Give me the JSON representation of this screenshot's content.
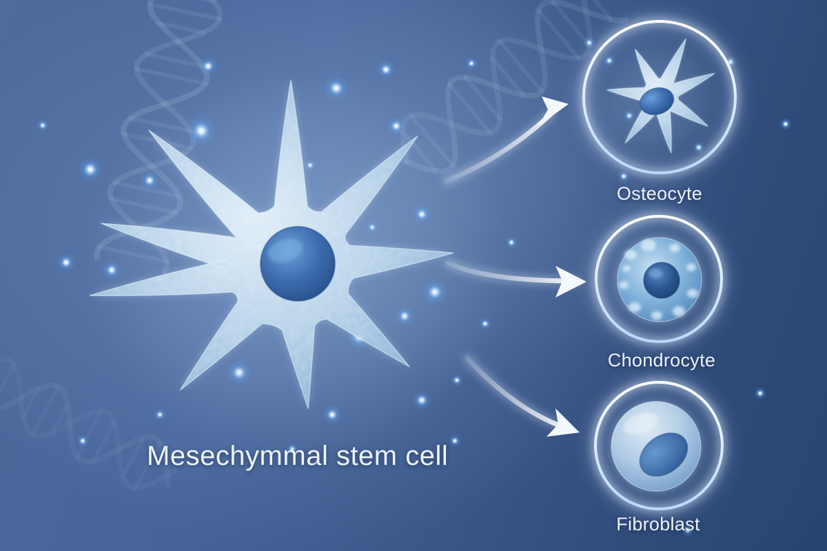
{
  "diagram": {
    "title": "Mesechymmal stem cell",
    "targets": [
      {
        "id": "osteocyte",
        "label": "Osteocyte"
      },
      {
        "id": "chondrocyte",
        "label": "Chondrocyte"
      },
      {
        "id": "fibroblast",
        "label": "Fibroblast"
      }
    ]
  },
  "colors": {
    "bg-left": "#4e6b9c",
    "bg-right": "#2a4572",
    "label": "#edf3fc",
    "cell-light": "#e2f0fa",
    "cell-mid": "#b9d6ec",
    "cell-edge": "#8cb5da",
    "nucleus-light": "#6aa0d8",
    "nucleus-dark": "#27508c",
    "ring-bright": "#ffffff",
    "ring-soft": "#b9d8ff",
    "arrow": "#f4f9ff",
    "particle": "#5aa8ff"
  }
}
